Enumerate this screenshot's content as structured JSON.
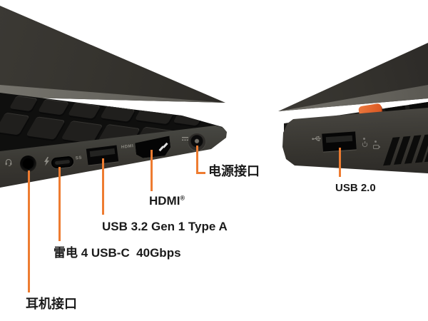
{
  "figure": {
    "type": "laptop-ports-diagram",
    "background": "#ffffff",
    "accent_color": "#EE7C31",
    "label_color": "#1a1a1a"
  },
  "left_view": {
    "name": "left-side-view",
    "callouts": [
      {
        "id": "headphone",
        "label": "耳机接口"
      },
      {
        "id": "thunderbolt-usbc",
        "label": "雷电 4 USB-C  40Gbps"
      },
      {
        "id": "usb-a",
        "label": "USB 3.2 Gen 1 Type A"
      },
      {
        "id": "hdmi",
        "label": "HDMI",
        "sup": "®"
      },
      {
        "id": "power",
        "label": "电源接口"
      }
    ],
    "engravings": {
      "hdmi": "HDMI",
      "usb_speed": "SS"
    }
  },
  "right_view": {
    "name": "right-side-view",
    "callouts": [
      {
        "id": "usb2",
        "label": "USB 2.0"
      }
    ]
  }
}
